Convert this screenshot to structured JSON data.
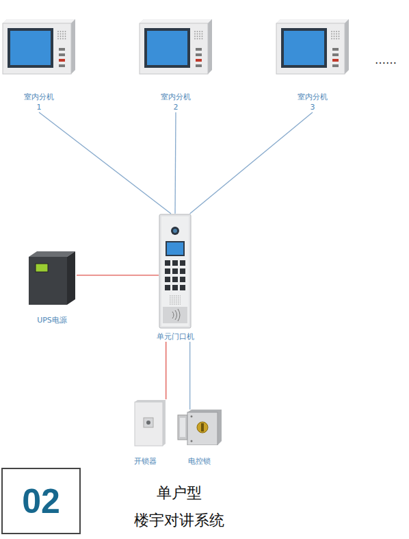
{
  "diagram": {
    "title": "单户型 楼宇对讲系统",
    "nodes": [
      {
        "text": [
          "室内分机",
          "1"
        ]
      },
      {
        "text": [
          "室内分机",
          "2"
        ]
      },
      {
        "text": [
          "室内分机",
          "3"
        ]
      },
      {
        "text": [
          "UPS电源"
        ]
      },
      {
        "text": [
          "单元门口机"
        ]
      },
      {
        "text": [
          "开锁器"
        ]
      },
      {
        "text": [
          "电控锁"
        ]
      },
      {
        "text": [
          "02"
        ]
      }
    ],
    "edges": [
      {
        "from": 0,
        "to": 4,
        "arrow": "none"
      },
      {
        "from": 1,
        "to": 4,
        "arrow": "none"
      },
      {
        "from": 2,
        "to": 4,
        "arrow": "none"
      },
      {
        "from": 3,
        "to": 4,
        "arrow": "none"
      },
      {
        "from": 4,
        "to": 5,
        "arrow": "none"
      },
      {
        "from": 4,
        "to": 6,
        "arrow": "none"
      }
    ],
    "labels": [
      "……"
    ]
  }
}
